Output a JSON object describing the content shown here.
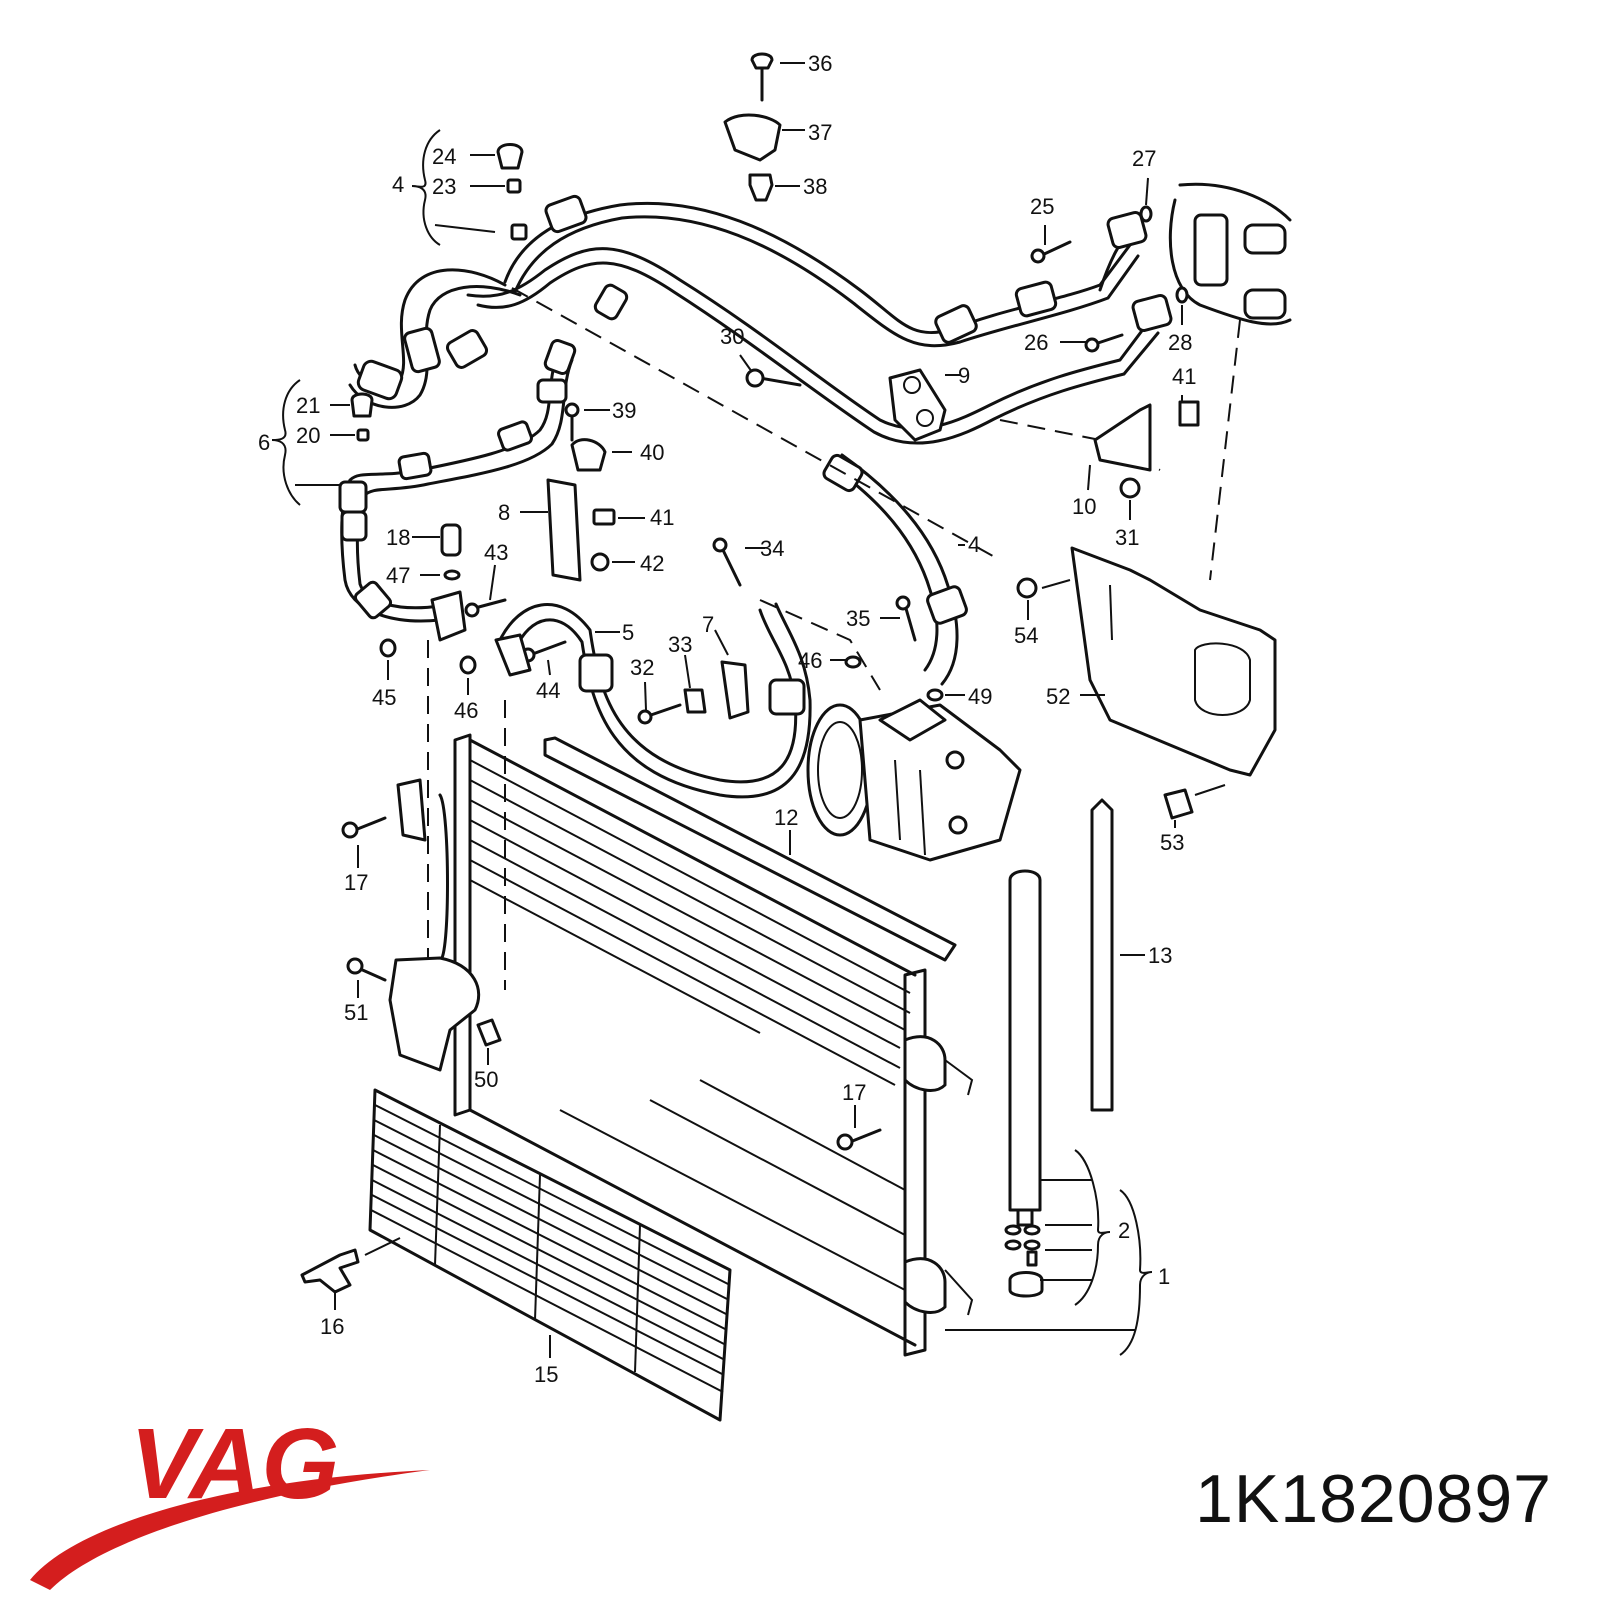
{
  "brand": {
    "name": "VAG",
    "color": "#d41e1e"
  },
  "part_number": "1K1820897",
  "callouts": [
    "1",
    "2",
    "4",
    "4",
    "5",
    "6",
    "7",
    "8",
    "9",
    "10",
    "12",
    "13",
    "15",
    "16",
    "17",
    "17",
    "18",
    "20",
    "21",
    "23",
    "24",
    "25",
    "26",
    "27",
    "28",
    "30",
    "31",
    "32",
    "33",
    "34",
    "35",
    "36",
    "37",
    "38",
    "39",
    "40",
    "41",
    "41",
    "42",
    "43",
    "44",
    "45",
    "46",
    "46",
    "47",
    "49",
    "50",
    "51",
    "52",
    "53",
    "54"
  ]
}
